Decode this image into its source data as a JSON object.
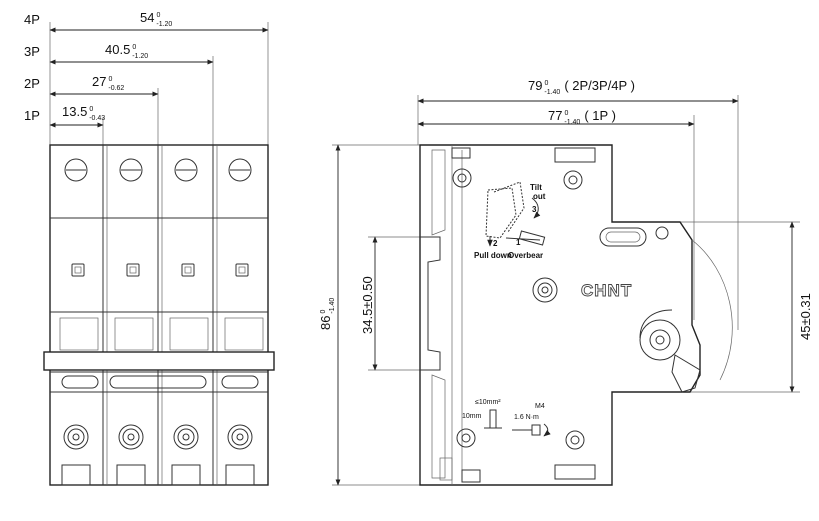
{
  "front_view": {
    "pole_labels": [
      "4P",
      "3P",
      "2P",
      "1P"
    ],
    "widths": [
      {
        "main": "54",
        "sup": "0",
        "sub": "-1.20"
      },
      {
        "main": "40.5",
        "sup": "0",
        "sub": "-1.20"
      },
      {
        "main": "27",
        "sup": "0",
        "sub": "-0.62"
      },
      {
        "main": "13.5",
        "sup": "0",
        "sub": "-0.43"
      }
    ],
    "height": {
      "main": "86",
      "sup": "0",
      "sub": "-1.40"
    }
  },
  "side_view": {
    "depth_multi": {
      "main": "79",
      "sup": "0",
      "sub": "-1.40",
      "suffix": "( 2P/3P/4P )"
    },
    "depth_single": {
      "main": "77",
      "sup": "0",
      "sub": "-1.40",
      "suffix": "( 1P )"
    },
    "rail_height": "34.5±0.50",
    "front_height": "45±0.31",
    "brand": "CHNT",
    "instructions": {
      "tilt": "Tilt",
      "out": "out",
      "pull_down": "Pull down",
      "overbear": "Overbear",
      "step1": "1",
      "step2": "2",
      "step3": "3"
    },
    "terminal": {
      "wire": "≤10mm²",
      "strip": "10mm",
      "screw": "M4",
      "torque": "1.6 N·m"
    }
  }
}
